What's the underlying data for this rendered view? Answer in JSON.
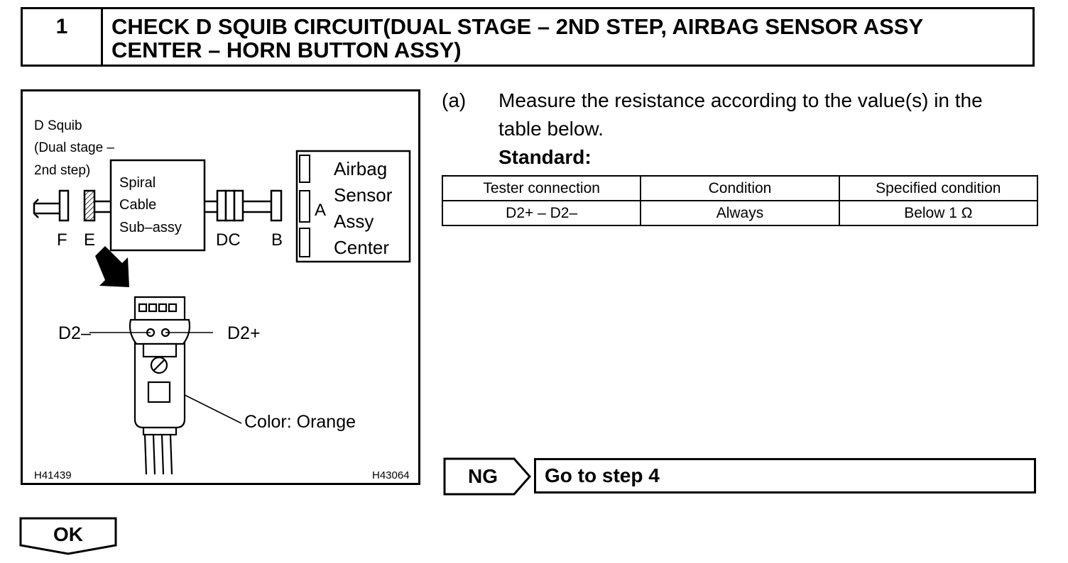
{
  "header": {
    "step_number": "1",
    "title_line1": "CHECK D SQUIB CIRCUIT(DUAL STAGE – 2ND STEP, AIRBAG SENSOR ASSY",
    "title_line2": "CENTER – HORN BUTTON ASSY)"
  },
  "figure": {
    "label_d_squib_1": "D Squib",
    "label_d_squib_2": "(Dual stage –",
    "label_d_squib_3": "2nd step)",
    "spiral_1": "Spiral",
    "spiral_2": "Cable",
    "spiral_3": "Sub–assy",
    "sensor_1": "Airbag",
    "sensor_2": "Sensor",
    "sensor_3": "Assy",
    "sensor_4": "Center",
    "conn_f": "F",
    "conn_e": "E",
    "conn_dc": "DC",
    "conn_b": "B",
    "conn_a": "A",
    "pin_minus": "D2–",
    "pin_plus": "D2+",
    "color_label": "Color: Orange",
    "code_left": "H41439",
    "code_right": "H43064"
  },
  "step": {
    "label": "(a)",
    "text_line1": "Measure the resistance according to the value(s) in the",
    "text_line2": "table below.",
    "standard": "Standard:"
  },
  "spec_table": {
    "headers": [
      "Tester connection",
      "Condition",
      "Specified condition"
    ],
    "rows": [
      [
        "D2+ – D2–",
        "Always",
        "Below 1 Ω"
      ]
    ]
  },
  "result": {
    "ng_label": "NG",
    "goto_text": "Go to step 4",
    "ok_label": "OK"
  }
}
